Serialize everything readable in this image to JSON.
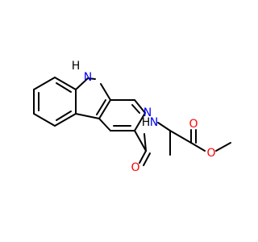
{
  "molecule": {
    "atoms": {
      "indole_nh_label": "N",
      "indole_h_label": "H",
      "pyridine_n_label": "N",
      "amide_nh_label": "N",
      "amide_h_label": "H",
      "amide_o_label": "O",
      "ester_carbonyl_o_label": "O",
      "ester_ether_o_label": "O"
    },
    "colors": {
      "nitrogen": "#0000FF",
      "oxygen": "#FF0000",
      "carbon_bond": "#000000"
    }
  }
}
